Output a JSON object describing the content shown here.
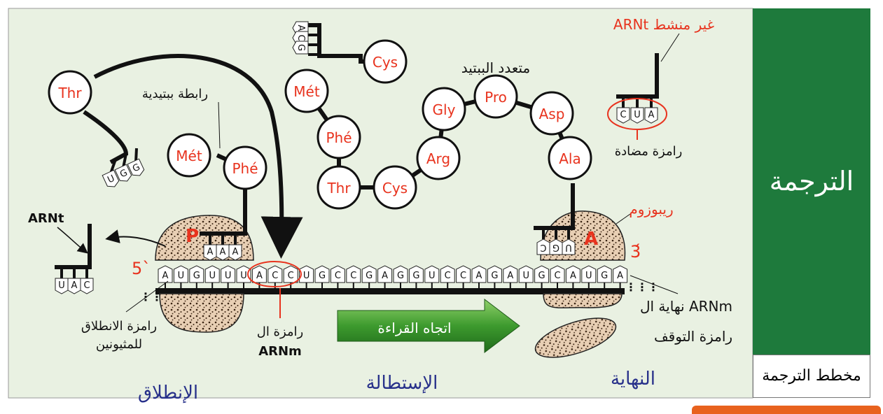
{
  "title": "الترجمة",
  "caption": "مخطط الترجمة",
  "colors": {
    "background": "#e9f1e2",
    "accent_green": "#1e7a3c",
    "red_text": "#e8331e",
    "phase_blue": "#27308a",
    "ribosome": "#e8cfb4"
  },
  "amino_acids": {
    "thr_top": "Thr",
    "met_start": "Mét",
    "phe_start": "Phé",
    "cys_top": "Cys",
    "met_chain": "Mét",
    "phe_chain": "Phé",
    "thr_chain": "Thr",
    "cys_chain": "Cys",
    "arg": "Arg",
    "gly": "Gly",
    "pro": "Pro",
    "asp": "Asp",
    "ala": "Ala"
  },
  "codons": {
    "trna_top_left": [
      "U",
      "G",
      "G"
    ],
    "trna_top_center": [
      "A",
      "C",
      "G"
    ],
    "trna_left": [
      "U",
      "A",
      "C"
    ],
    "trna_right": [
      "C",
      "U",
      "A"
    ],
    "trna_p_site": [
      "A",
      "A",
      "A"
    ],
    "trna_a_site": [
      "C",
      "G",
      "U"
    ],
    "mrna": [
      "A",
      "U",
      "G",
      "U",
      "U",
      "U",
      "A",
      "C",
      "C",
      "U",
      "G",
      "C",
      "C",
      "G",
      "A",
      "G",
      "G",
      "U",
      "C",
      "C",
      "A",
      "G",
      "A",
      "U",
      "G",
      "C",
      "A",
      "U",
      "G",
      "A"
    ]
  },
  "labels": {
    "peptide_bond": "رابطة ببتيدية",
    "polypeptide": "متعدد الببتيد",
    "arnt_inactive": "ARNt غير منشط",
    "anticodon": "رامزة مضادة",
    "ribosome": "ريبوزوم",
    "arnt_left": "ARNt",
    "site_p": "P",
    "site_a": "A",
    "five_prime": "5`",
    "three_prime": "3́",
    "end_arnm": "نهاية ال ARNm",
    "stop_codon": "رامزة التوقف",
    "start_codon_1": "رامزة الانطلاق",
    "start_codon_2": "للمثيونين",
    "codon_arnm_1": "رامزة ال",
    "codon_arnm_2": "ARNm",
    "reading_direction": "اتجاه القراءة"
  },
  "phases": {
    "start": "الإنطلاق",
    "elongation": "الإستطالة",
    "end": "النهاية"
  }
}
